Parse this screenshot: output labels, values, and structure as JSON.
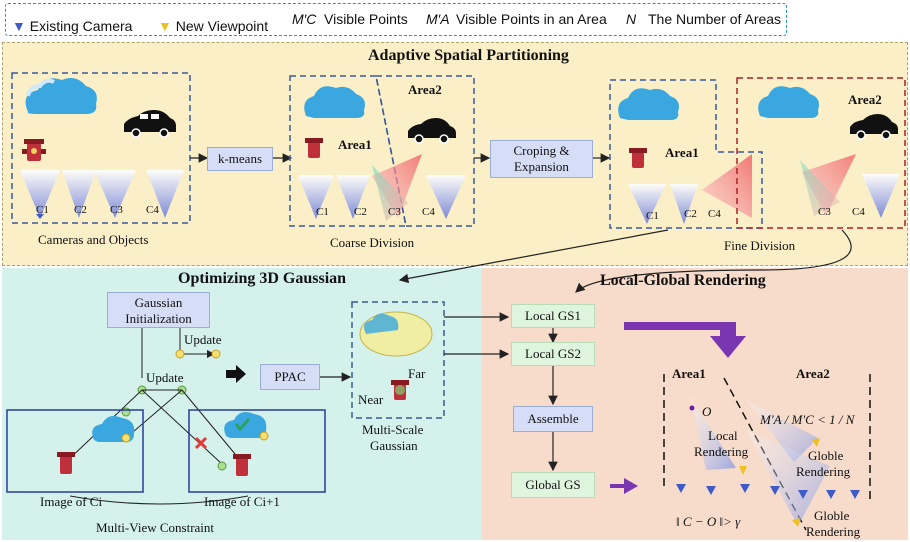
{
  "legend": {
    "existing_camera": "Existing Camera",
    "new_viewpoint": "New Viewpoint",
    "mc_symbol": "M′C",
    "mc_label": "Visible Points",
    "ma_symbol": "M′A",
    "ma_label": "Visible Points in an Area",
    "n_symbol": "N",
    "n_label": "The Number of Areas"
  },
  "partition": {
    "title": "Adaptive Spatial Partitioning",
    "kmeans": "k-means",
    "cropping": "Croping &",
    "expansion": "Expansion",
    "cameras_objects": "Cameras and Objects",
    "coarse_division": "Coarse Division",
    "fine_division": "Fine Division",
    "area1": "Area1",
    "area2": "Area2",
    "c1": "C1",
    "c2": "C2",
    "c3": "C3",
    "c4": "C4"
  },
  "optimize": {
    "title": "Optimizing 3D Gaussian",
    "init1": "Gaussian",
    "init2": "Initialization",
    "update1": "Update",
    "update2": "Update",
    "ppac": "PPAC",
    "far": "Far",
    "near": "Near",
    "ms1": "Multi-Scale",
    "ms2": "Gaussian",
    "image_ci": "Image of Ci",
    "image_ci1": "Image of Ci+1",
    "mvc": "Multi-View Constraint"
  },
  "lgr": {
    "title": "Local-Global Rendering",
    "local1": "Local GS1",
    "local2": "Local GS2",
    "assemble": "Assemble",
    "global": "Global GS",
    "area1": "Area1",
    "area2": "Area2",
    "o": "O",
    "local_rendering1": "Local",
    "local_rendering2": "Rendering",
    "ratio": "M′A / M′C < 1 / N",
    "globle1a": "Globle",
    "globle1b": "Rendering",
    "dist": "‖ C − O ‖> γ",
    "globle2a": "Globle",
    "globle2b": "Rendering"
  },
  "colors": {
    "camera_blue": "#3f5bc7",
    "viewpoint_yellow": "#f0c020",
    "panel_yellow": "#fbefc8",
    "panel_teal": "#d4f1ec",
    "panel_peach": "#f7dccb",
    "arrow_purple": "#7a35b0"
  }
}
